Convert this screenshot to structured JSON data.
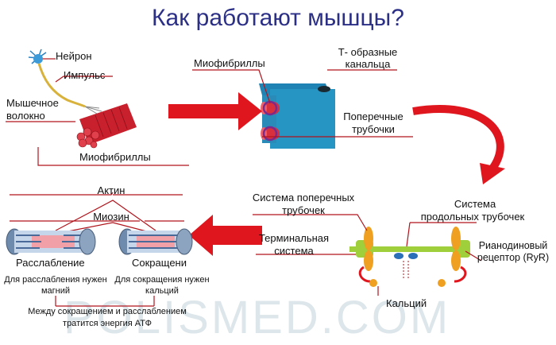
{
  "title": "Как работают мышцы?",
  "watermark": "POLISMED.COM",
  "labels": {
    "neuron": "Нейрон",
    "impulse": "Импульс",
    "muscle_fiber_1": "Мышечное",
    "muscle_fiber_2": "волокно",
    "myofibrils_left": "Миофибриллы",
    "myofibrils_top": "Миофибриллы",
    "t_rings_1": "Т- образные",
    "t_rings_2": "канальца",
    "transverse_tubules_1": "Поперечные",
    "transverse_tubules_2": "трубочки",
    "actin": "Актин",
    "myosin": "Миозин",
    "relaxation": "Расслабление",
    "contraction": "Сокращени",
    "relax_need_1": "Для расслабления нужен",
    "relax_need_2": "магний",
    "contract_need_1": "Для сокращения нужен",
    "contract_need_2": "кальций",
    "atp_1": "Между сокращением и расслаблением",
    "atp_2": "тратится энергия АТФ",
    "transverse_system_1": "Система поперечных",
    "transverse_system_2": "трубочек",
    "longitudinal_system_1": "Система",
    "longitudinal_system_2": "продольных трубочек",
    "terminal_system_1": "Терминальная",
    "terminal_system_2": "система",
    "ryr_1": "Рианодиновый",
    "ryr_2": "рецептор (RyR)",
    "calcium": "Кальций"
  },
  "colors": {
    "title": "#2b2f86",
    "arrow": "#e0161e",
    "leader": "#b0151d",
    "muscle": "#d42b3a",
    "tubule": "#2a8ab8",
    "membrane": "#9fcf3a",
    "receptor": "#f0a020"
  }
}
